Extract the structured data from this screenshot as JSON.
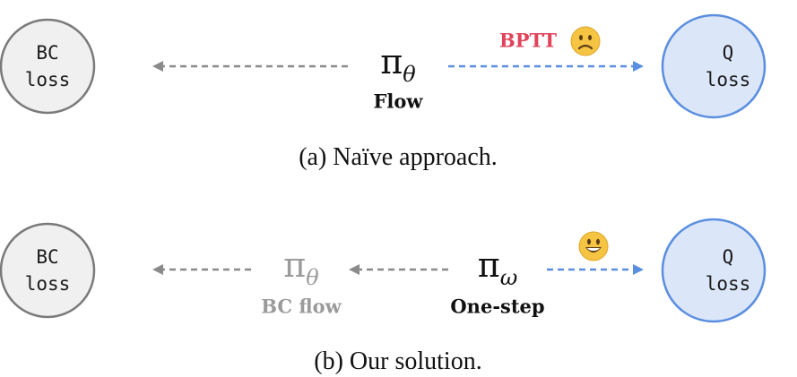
{
  "panel_a": {
    "left_node": {
      "line1": "BC",
      "line2": "loss"
    },
    "right_node": {
      "line1": "Q",
      "line2": "loss"
    },
    "policy_symbol": "π",
    "policy_subscript": "θ",
    "policy_label": "Flow",
    "gradient_label": "BPTT",
    "emoji": "frowning-face",
    "caption": "(a) Naïve approach."
  },
  "panel_b": {
    "left_node": {
      "line1": "BC",
      "line2": "loss"
    },
    "right_node": {
      "line1": "Q",
      "line2": "loss"
    },
    "bc_policy_symbol": "π",
    "bc_policy_subscript": "θ",
    "bc_policy_label": "BC flow",
    "onestep_policy_symbol": "π",
    "onestep_policy_subscript": "ω",
    "onestep_policy_label": "One-step",
    "emoji": "grinning-face",
    "caption": "(b) Our solution."
  },
  "colors": {
    "bc_node_fill": "#f0f0f0",
    "bc_node_stroke": "#7a7a7a",
    "q_node_fill": "#dbe6f8",
    "q_node_stroke": "#5b8ee0",
    "gray_arrow": "#8a8a8a",
    "blue_arrow": "#5b8ee0",
    "bptt_red": "#e0435a",
    "muted_text": "#9a9a9a"
  }
}
